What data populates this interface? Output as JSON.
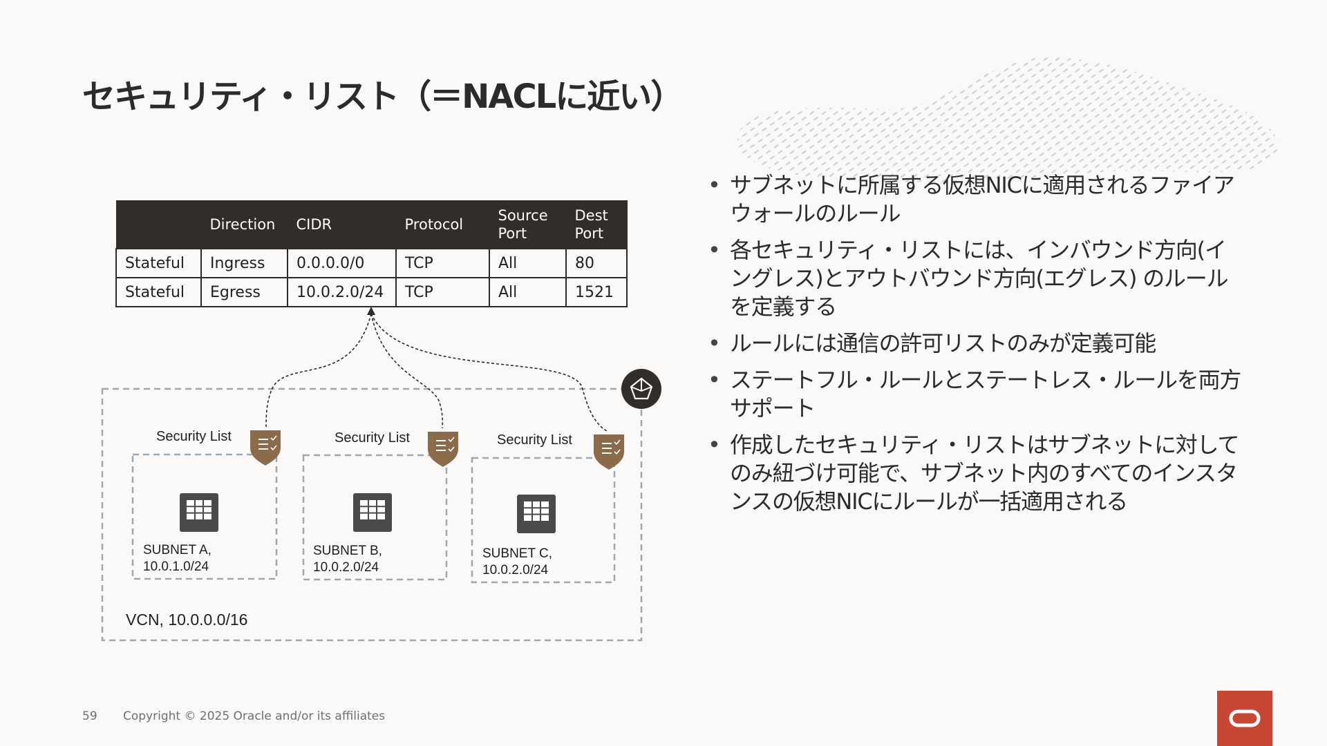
{
  "title": "セキュリティ・リスト（＝NACLに近い）",
  "table": {
    "headers": [
      "",
      "Direction",
      "CIDR",
      "Protocol",
      "Source Port",
      "Dest Port"
    ],
    "rows": [
      [
        "Stateful",
        "Ingress",
        "0.0.0.0/0",
        "TCP",
        "All",
        "80"
      ],
      [
        "Stateful",
        "Egress",
        "10.0.2.0/24",
        "TCP",
        "All",
        "1521"
      ]
    ]
  },
  "diagram": {
    "vcn_label": "VCN, 10.0.0.0/16",
    "security_list_label": "Security List",
    "subnets": [
      {
        "name": "SUBNET A,",
        "cidr": "10.0.1.0/24"
      },
      {
        "name": "SUBNET B,",
        "cidr": "10.0.2.0/24"
      },
      {
        "name": "SUBNET C,",
        "cidr": "10.0.2.0/24"
      }
    ],
    "icons": {
      "gateway": "network-gateway-icon",
      "shield": "security-shield-icon",
      "subnet": "subnet-grid-icon"
    },
    "colors": {
      "shield": "#8c6b4a",
      "dashed_border": "#9aa9b3",
      "dark": "#312d2a"
    }
  },
  "bullets": [
    "サブネットに所属する仮想NICに適用されるファイアウォールのルール",
    "各セキュリティ・リストには、インバウンド方向(イングレス)とアウトバウンド方向(エグレス) のルールを定義する",
    "ルールには通信の許可リストのみが定義可能",
    "ステートフル・ルールとステートレス・ルールを両方サポート",
    "作成したセキュリティ・リストはサブネットに対してのみ紐づけ可能で、サブネット内のすべてのインスタンスの仮想NICにルールが一括適用される"
  ],
  "footer": {
    "page_number": "59",
    "copyright": "Copyright © 2025 Oracle and/or its affiliates"
  },
  "brand_color": "#c74634"
}
